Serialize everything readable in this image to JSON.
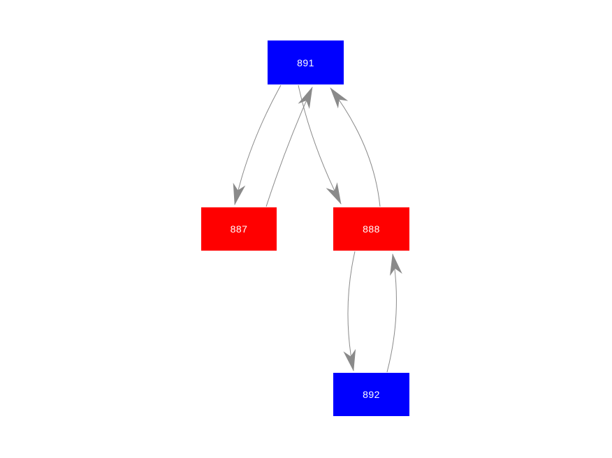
{
  "figure": {
    "background_color": "#ffffff",
    "description": "Directed graph with four numbered nodes and curved mutual edges"
  },
  "colors": {
    "node_blue": "#0000ff",
    "node_red": "#ff0000",
    "node_label_text": "#ffffff",
    "edge_line": "#8a8a8a",
    "arrowhead": "#8a8a8a"
  },
  "graph": {
    "type": "directed-graph",
    "nodes": [
      {
        "id": "891",
        "label": "891",
        "color": "#0000ff",
        "position": "top-center"
      },
      {
        "id": "887",
        "label": "887",
        "color": "#ff0000",
        "position": "middle-left"
      },
      {
        "id": "888",
        "label": "888",
        "color": "#ff0000",
        "position": "middle-right"
      },
      {
        "id": "892",
        "label": "892",
        "color": "#0000ff",
        "position": "bottom-right"
      }
    ],
    "edges": [
      {
        "from": "891",
        "to": "887"
      },
      {
        "from": "887",
        "to": "891"
      },
      {
        "from": "891",
        "to": "888"
      },
      {
        "from": "888",
        "to": "891"
      },
      {
        "from": "888",
        "to": "892"
      },
      {
        "from": "892",
        "to": "888"
      }
    ]
  }
}
